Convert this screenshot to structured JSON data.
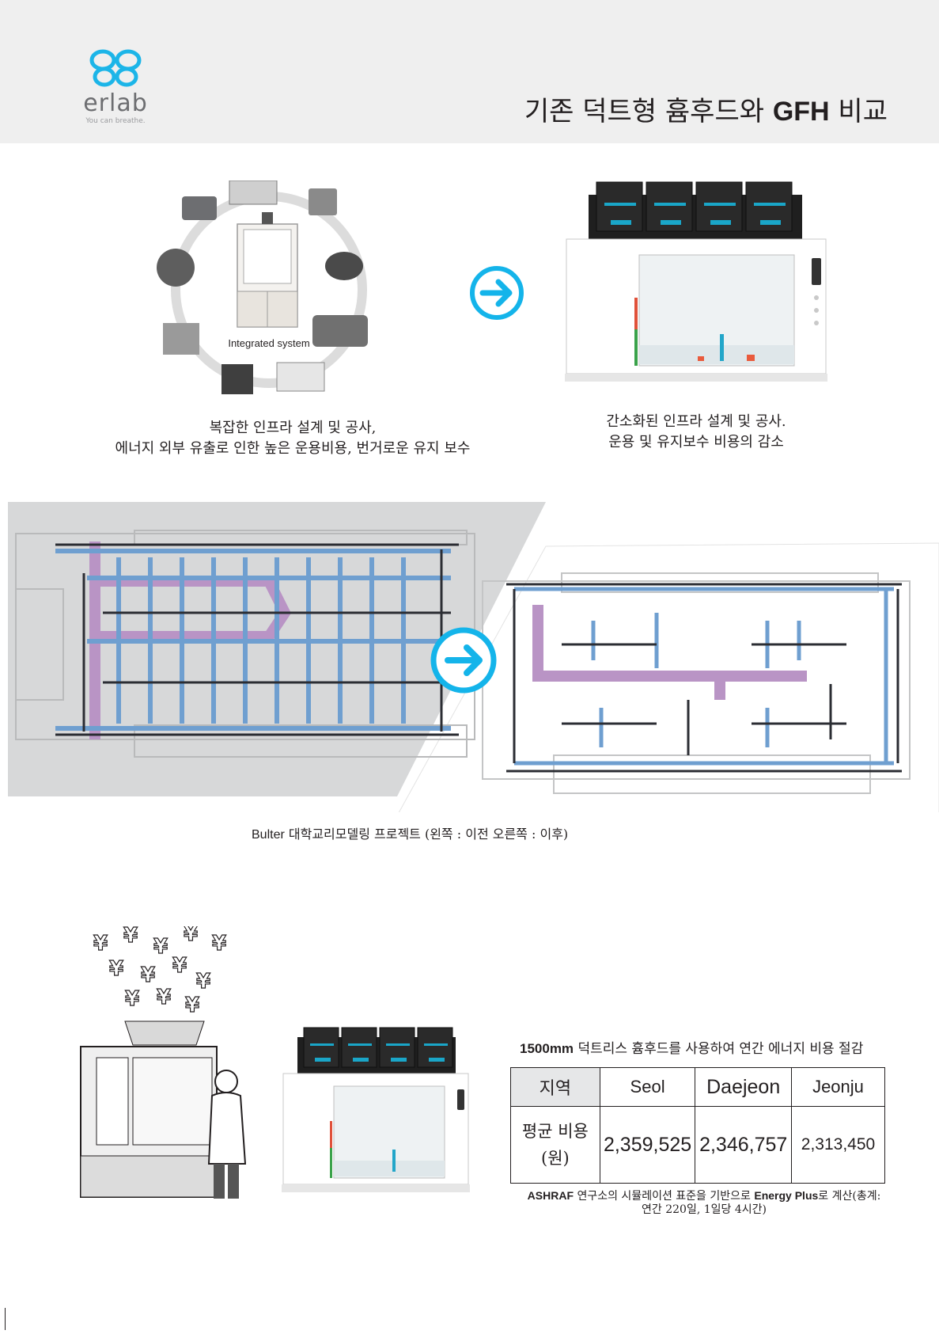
{
  "header": {
    "logo_word": "erlab",
    "logo_tagline": "You can breathe.",
    "title_ko_1": "기존 덕트형 흄후드와 ",
    "title_en": "GFH",
    "title_ko_2": " 비교"
  },
  "section1": {
    "integrated_label": "Integrated system",
    "left_caption_line1": "복잡한 인프라 설계 및 공사,",
    "left_caption_line2": "에너지 외부 유출로 인한 높은 운용비용, 번거로운 유지 보수",
    "right_caption_line1": "간소화된 인프라 설계 및 공사.",
    "right_caption_line2": "운용 및 유지보수 비용의 감소"
  },
  "section2": {
    "caption_en": "Bulter",
    "caption_ko": " 대학교리모델링 프로젝트 (왼쪽 : 이전  오른쪽 : 이후)"
  },
  "section3": {
    "table_title_en": "1500mm",
    "table_title_ko": " 덕트리스 흄후드를 사용하여 연간 에너지 비용 절감",
    "table": {
      "header": [
        "지역",
        "Seol",
        "Daejeon",
        "Jeonju"
      ],
      "row_label_line1": "평균 비용",
      "row_label_line2": "(원)",
      "values": [
        "2,359,525",
        "2,346,757",
        "2,313,450"
      ]
    },
    "note_en1": "ASHRAF",
    "note_ko1": " 연구소의 시뮬레이션 표준을 기반으로 ",
    "note_en2": "Energy Plus",
    "note_ko2": "로 계산(총계: 연간 220일, 1일당 4시간)"
  },
  "colors": {
    "header_bg": "#efefef",
    "logo_blue": "#1cb5e8",
    "arrow_blue": "#14b4ea",
    "duct_purple": "#b994c5",
    "duct_blue": "#6f9fd0",
    "plan_gray": "#d7d8d9"
  },
  "icons": [
    "butterfly-logo",
    "arrow-right-circle-icon",
    "arrow-right-circle-icon"
  ]
}
